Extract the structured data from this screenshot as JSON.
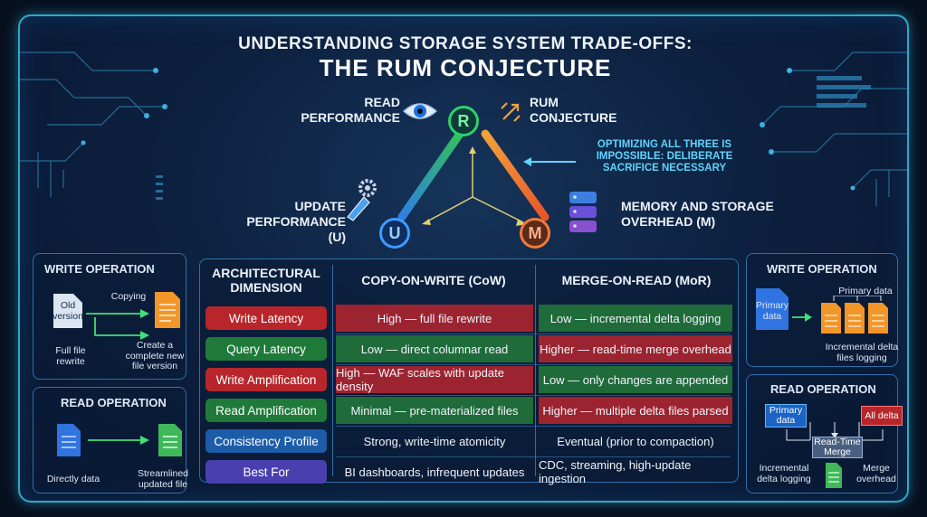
{
  "title": {
    "line1": "UNDERSTANDING STORAGE SYSTEM TRADE-OFFS:",
    "line2": "THE RUM CONJECTURE"
  },
  "triangle": {
    "read_label": "READ\nPERFORMANCE",
    "rum_label": "RUM\nCONJECTURE",
    "note": "OPTIMIZING ALL THREE IS\nIMPOSSIBLE: DELIBERATE\nSACRIFICE NECESSARY",
    "update_label": "UPDATE\nPERFORMANCE (U)",
    "memory_label": "MEMORY AND STORAGE\nOVERHEAD (M)",
    "node_r": "R",
    "node_u": "U",
    "node_m": "M",
    "icons": [
      "eye-icon",
      "arrows-icon",
      "pen-gear-icon",
      "server-stack-icon"
    ]
  },
  "table": {
    "header_dim": "ARCHITECTURAL\nDIMENSION",
    "header_cow": "COPY-ON-WRITE (CoW)",
    "header_mor": "MERGE-ON-READ (MoR)",
    "rows": [
      {
        "label": "Write Latency",
        "label_color": "#b8262b",
        "cow": "High — full file rewrite",
        "cow_color": "#9c2430",
        "mor": "Low — incremental delta logging",
        "mor_color": "#1f6b3a"
      },
      {
        "label": "Query Latency",
        "label_color": "#1f7a3a",
        "cow": "Low — direct columnar read",
        "cow_color": "#1f6b3a",
        "mor": "Higher — read-time merge overhead",
        "mor_color": "#9c2430"
      },
      {
        "label": "Write Amplification",
        "label_color": "#b8262b",
        "cow": "High — WAF scales with update density",
        "cow_color": "#9c2430",
        "mor": "Low — only changes are appended",
        "mor_color": "#1f6b3a"
      },
      {
        "label": "Read Amplification",
        "label_color": "#1f7a3a",
        "cow": "Minimal — pre-materialized files",
        "cow_color": "#1f6b3a",
        "mor": "Higher — multiple delta files parsed",
        "mor_color": "#9c2430"
      },
      {
        "label": "Consistency Profile",
        "label_color": "#1d5ca8",
        "cow": "Strong, write-time atomicity",
        "cow_color": "",
        "mor": "Eventual (prior to compaction)",
        "mor_color": ""
      },
      {
        "label": "Best For",
        "label_color": "#4a3fae",
        "cow": "BI dashboards, infrequent updates",
        "cow_color": "",
        "mor": "CDC, streaming, high-update ingestion",
        "mor_color": ""
      }
    ]
  },
  "left_panel": {
    "write_title": "WRITE OPERATION",
    "old_version": "Old\nversion",
    "copying": "Copying",
    "full_rewrite": "Full file\nrewrite",
    "create_new": "Create a\ncomplete new\nfile version",
    "read_title": "READ OPERATION",
    "directly": "Directly data",
    "streamlined": "Streamlined\nupdated file"
  },
  "right_panel": {
    "write_title": "WRITE OPERATION",
    "primary_data": "Primary\ndata",
    "primary_data_label": "Primary data",
    "incremental_files": "Incremental delta\nfiles logging",
    "read_title": "READ OPERATION",
    "primary_data2": "Primary\ndata",
    "all_delta": "All delta",
    "read_time_merge": "Read-Time\nMerge",
    "incremental_logging": "Incremental\ndelta logging",
    "merge_overhead": "Merge\noverhead"
  },
  "colors": {
    "frame": "#2fa8c8",
    "red": "#b8262b",
    "green": "#1f7a3a",
    "blue": "#1d5ca8",
    "purple": "#4a3fae",
    "accent": "#5fd4ff"
  }
}
